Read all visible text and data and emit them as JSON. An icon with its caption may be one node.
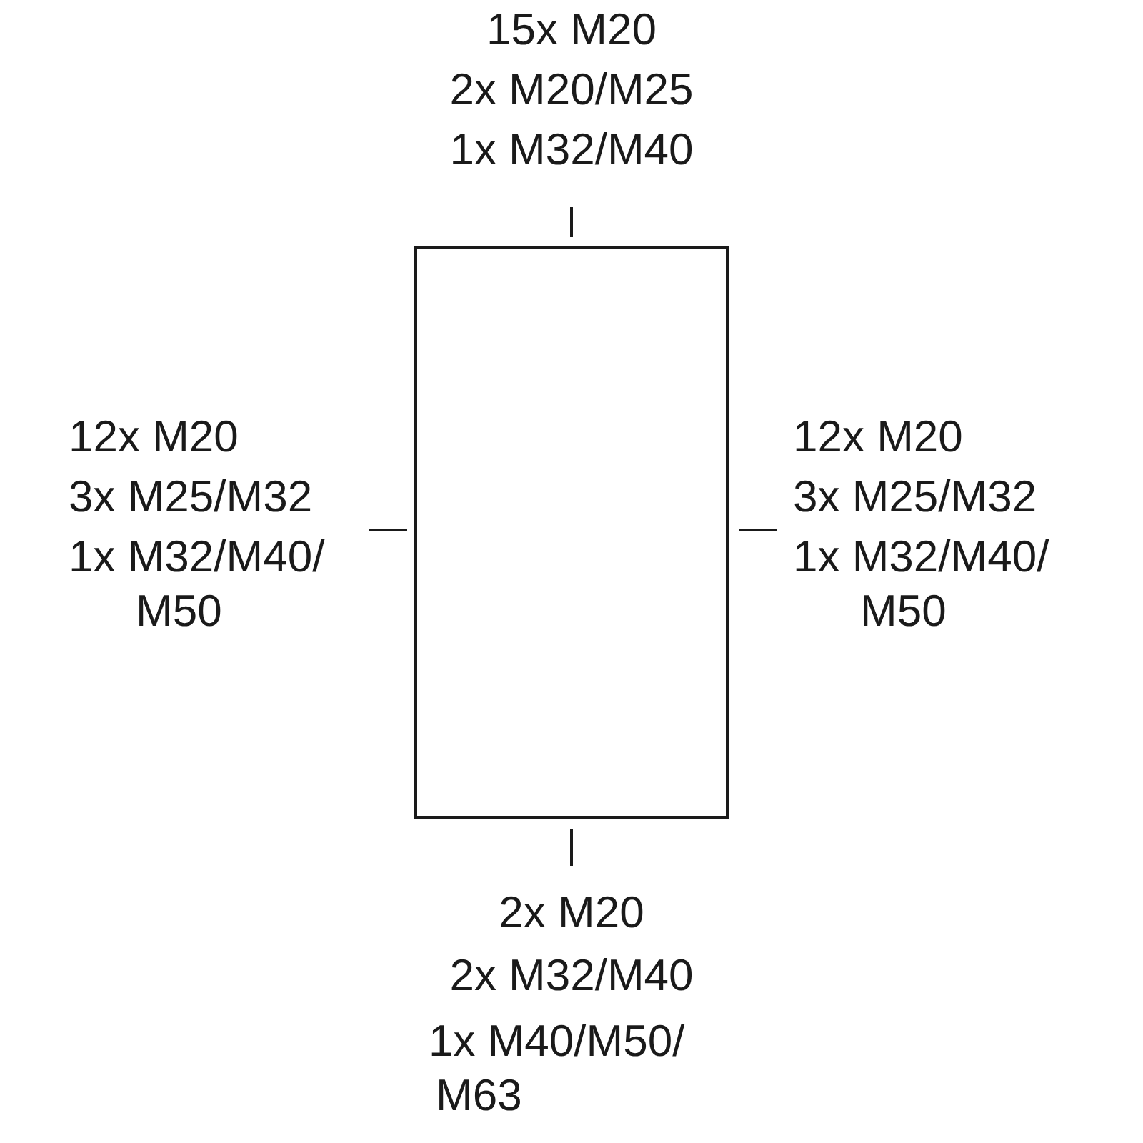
{
  "diagram": {
    "nodes": [
      {
        "text": [],
        "shape": "box"
      }
    ],
    "labels": [
      "15x M20",
      "2x M20/M25",
      "1x M32/M40",
      "12x M20",
      "3x M25/M32",
      "1x M32/M40/ M50",
      "12x M20",
      "3x M25/M32",
      "1x M32/M40/ M50",
      "2x M20",
      "2x M32/M40",
      "1x M40/M50/ M63"
    ]
  }
}
